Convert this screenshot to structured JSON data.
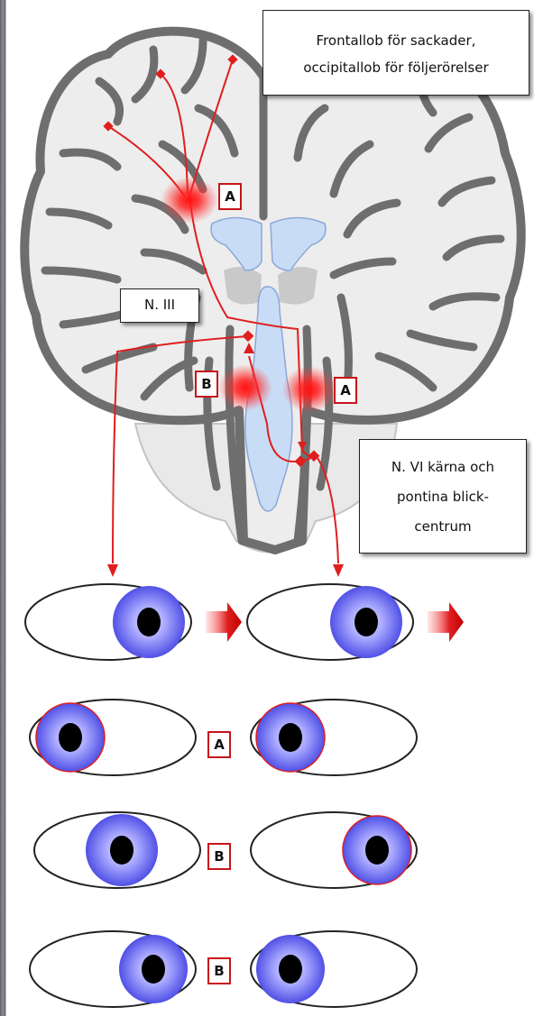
{
  "callouts": {
    "lobes": {
      "line1": "Frontallob för sackader,",
      "line2": "occipitallob för följerörelser"
    },
    "n3": "N. III",
    "n6": {
      "line1": "N. VI kärna och",
      "line2": "pontina blick-",
      "line3": "centrum"
    }
  },
  "tags": {
    "brain_left_upper": "A",
    "brain_left_lower": "B",
    "brain_right": "A",
    "row2": "A",
    "row3": "B",
    "row4": "B"
  },
  "colors": {
    "pathway": "#e01e1e",
    "lesion": "#ff2a2a",
    "tag_border": "#c8141b",
    "iris": "#6e6ef0",
    "ventricle": "#c8dcf5",
    "cortex": "#707070",
    "brain_fill": "#ececec",
    "movement_arrow": "#c8141b"
  },
  "icons": {
    "eye": "eye-icon",
    "arrow": "arrow-right-icon"
  }
}
